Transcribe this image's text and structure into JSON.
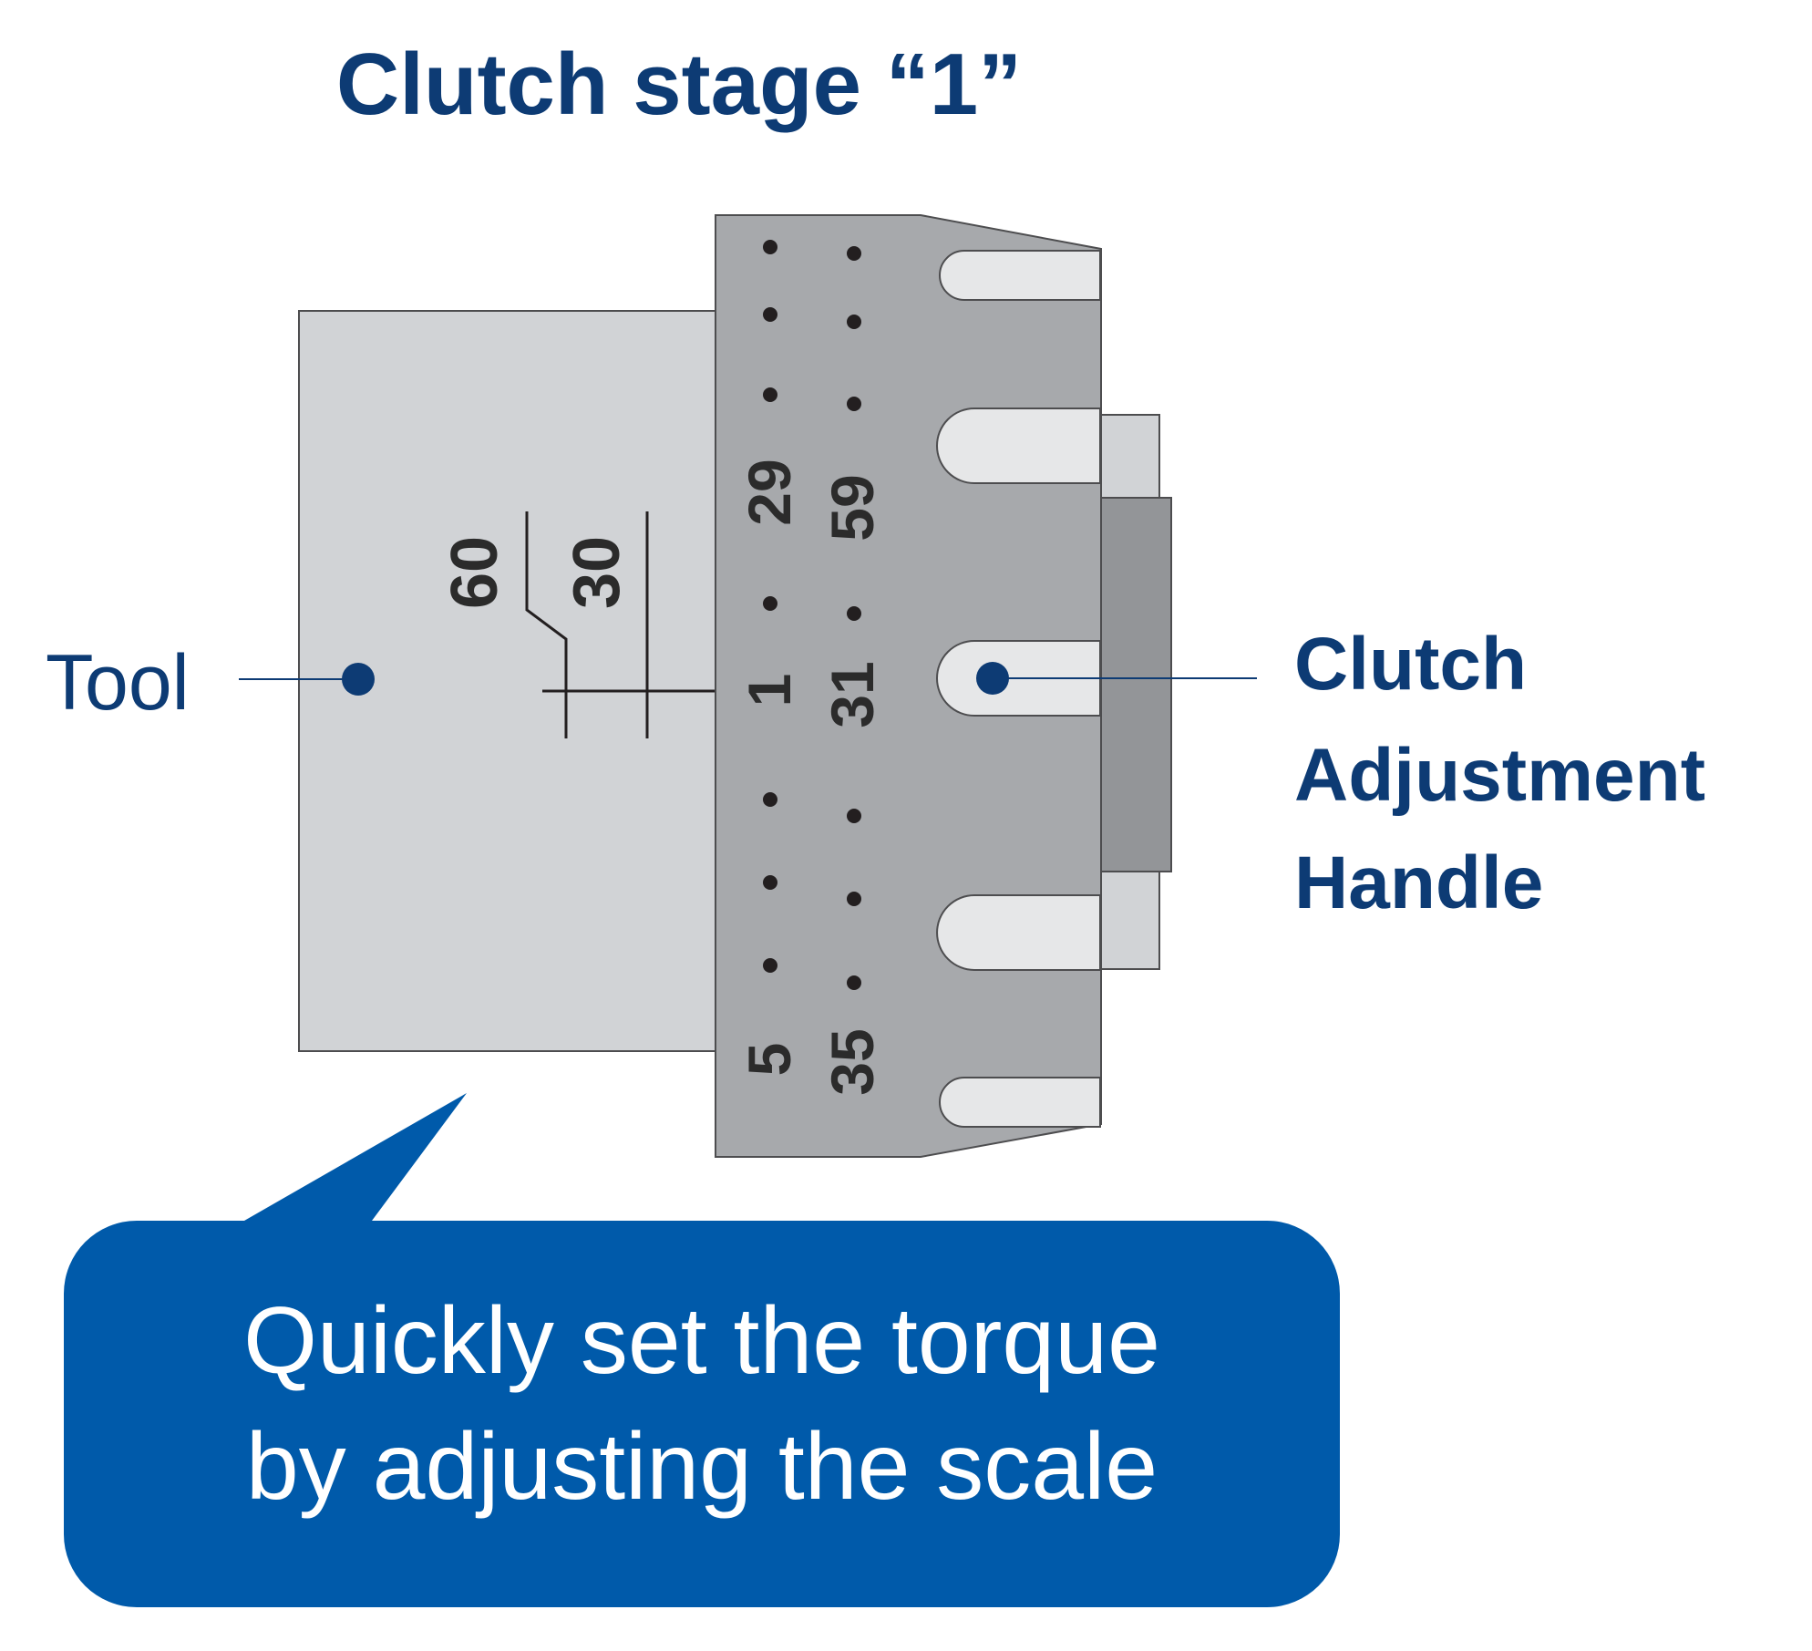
{
  "title": "Clutch stage “1”",
  "labels": {
    "tool": "Tool",
    "handle_line1": "Clutch",
    "handle_line2": "Adjustment",
    "handle_line3": "Handle"
  },
  "tool_scale": {
    "mark_60": "60",
    "mark_30": "30"
  },
  "handle_scale": {
    "col1_top": "29",
    "col1_mid": "1",
    "col1_bottom": "5",
    "col2_top": "59",
    "col2_mid": "31",
    "col2_bottom": "35"
  },
  "bubble": {
    "line1": "Quickly set the torque",
    "line2": "by adjusting the scale"
  },
  "colors": {
    "title": "#0d3b74",
    "bubble": "#005aaa",
    "tool_body": "#d1d3d6",
    "handle_body": "#a7a9ac",
    "handle_slot": "#e6e7e8",
    "collar": "#939598"
  }
}
